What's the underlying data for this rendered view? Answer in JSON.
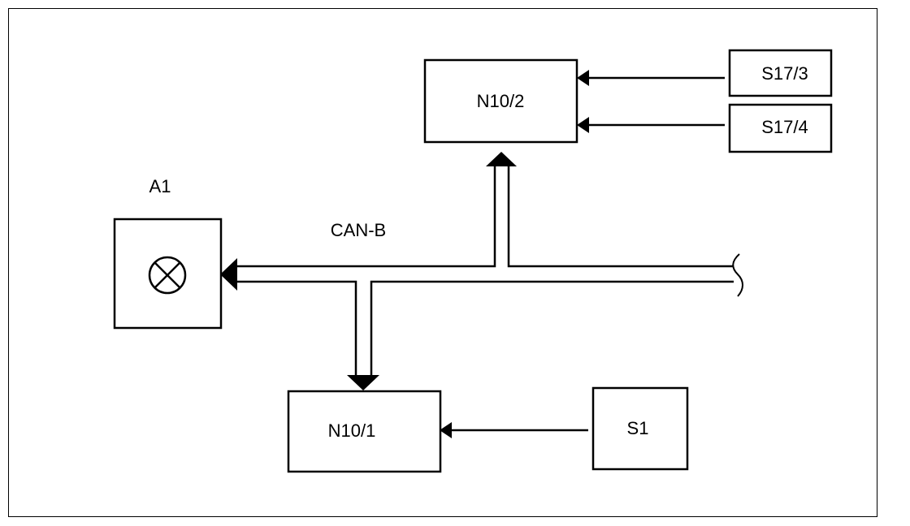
{
  "diagram": {
    "labels": {
      "n10_2": "N10/2",
      "s17_3": "S17/3",
      "s17_4": "S17/4",
      "a1": "A1",
      "can_b": "CAN-B",
      "n10_1": "N10/1",
      "s1": "S1"
    },
    "lamp_icon": "lamp-symbol-icon",
    "line_color": "#000000",
    "background": "#ffffff"
  }
}
